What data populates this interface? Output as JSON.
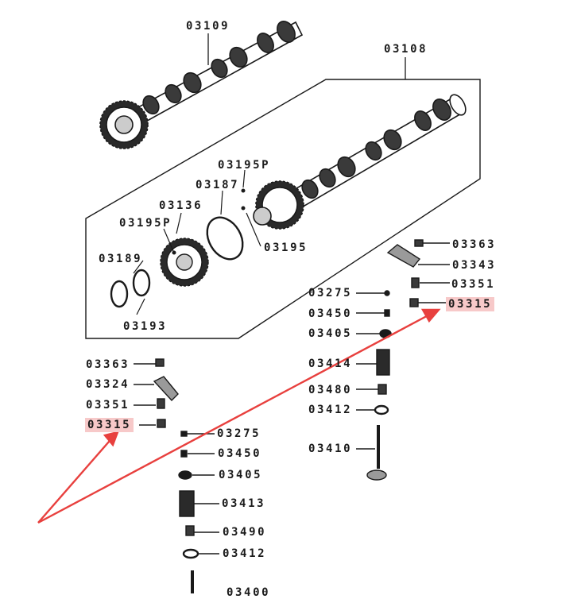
{
  "diagram": {
    "colors": {
      "line": "#1a1a1a",
      "arrow": "#e8403e",
      "highlight": "#f7c9c9"
    },
    "labels": {
      "p03109": "03109",
      "p03108": "03108",
      "p03195P_top": "03195P",
      "p03187": "03187",
      "p03136": "03136",
      "p03195P_left": "03195P",
      "p03195": "03195",
      "p03189": "03189",
      "p03193": "03193",
      "r03363": "03363",
      "r03343": "03343",
      "r03351": "03351",
      "r03315": "03315",
      "r03275": "03275",
      "r03450": "03450",
      "r03405": "03405",
      "r03414": "03414",
      "r03480": "03480",
      "r03412": "03412",
      "r03410": "03410",
      "l03363": "03363",
      "l03324": "03324",
      "l03351": "03351",
      "l03315": "03315",
      "l03275": "03275",
      "l03450": "03450",
      "l03405": "03405",
      "l03413": "03413",
      "l03490": "03490",
      "l03412": "03412",
      "l03400": "03400"
    }
  }
}
